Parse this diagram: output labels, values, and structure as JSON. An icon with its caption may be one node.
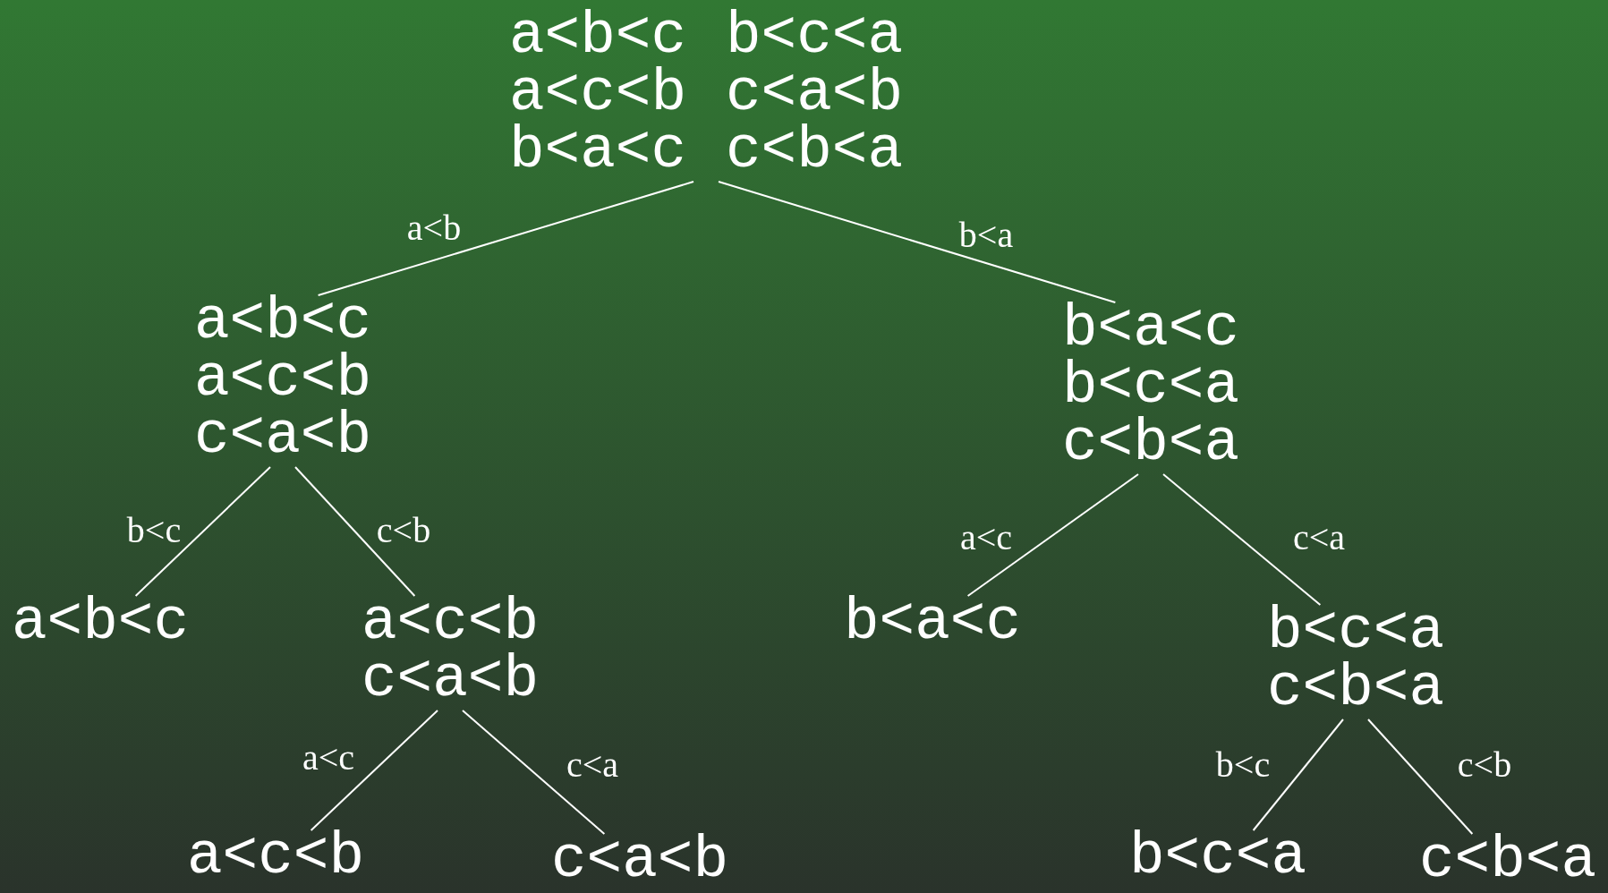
{
  "diagram": {
    "nodes": [
      {
        "text": [
          "a<b<c",
          "b<c<a",
          "a<c<b",
          "c<a<b",
          "b<a<c",
          "c<b<a"
        ]
      },
      {
        "text": [
          "a<b<c",
          "a<c<b",
          "c<a<b"
        ]
      },
      {
        "text": [
          "b<a<c",
          "b<c<a",
          "c<b<a"
        ]
      },
      {
        "text": [
          "a<b<c"
        ]
      },
      {
        "text": [
          "a<c<b",
          "c<a<b"
        ]
      },
      {
        "text": [
          "b<a<c"
        ]
      },
      {
        "text": [
          "b<c<a",
          "c<b<a"
        ]
      },
      {
        "text": [
          "a<c<b"
        ]
      },
      {
        "text": [
          "c<a<b"
        ]
      },
      {
        "text": [
          "b<c<a"
        ]
      },
      {
        "text": [
          "c<b<a"
        ]
      }
    ],
    "edges": [
      {
        "from": 0,
        "to": 1,
        "arrow": "none",
        "label": "a<b"
      },
      {
        "from": 0,
        "to": 2,
        "arrow": "none",
        "label": "b<a"
      },
      {
        "from": 1,
        "to": 3,
        "arrow": "none",
        "label": "b<c"
      },
      {
        "from": 1,
        "to": 4,
        "arrow": "none",
        "label": "c<b"
      },
      {
        "from": 2,
        "to": 5,
        "arrow": "none",
        "label": "a<c"
      },
      {
        "from": 2,
        "to": 6,
        "arrow": "none",
        "label": "c<a"
      },
      {
        "from": 4,
        "to": 7,
        "arrow": "none",
        "label": "a<c"
      },
      {
        "from": 4,
        "to": 8,
        "arrow": "none",
        "label": "c<a"
      },
      {
        "from": 6,
        "to": 9,
        "arrow": "none",
        "label": "b<c"
      },
      {
        "from": 6,
        "to": 10,
        "arrow": "none",
        "label": "c<b"
      }
    ]
  }
}
